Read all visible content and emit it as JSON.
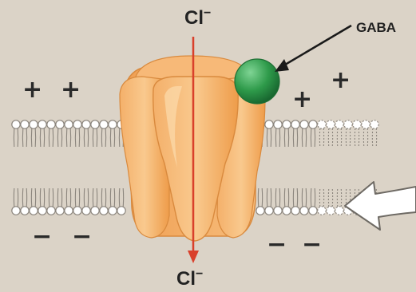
{
  "diagram": {
    "ion_top": "Cl",
    "ion_top_charge": "−",
    "ion_bottom": "Cl",
    "ion_bottom_charge": "−",
    "ligand_label": "GABA",
    "charges_top": [
      "+",
      "+",
      "+",
      "+"
    ],
    "charges_bottom": [
      "−",
      "−",
      "−",
      "−"
    ]
  },
  "colors": {
    "background": "#dbd3c7",
    "channel_fill": "#f2a95a",
    "channel_light": "#f9c98e",
    "gaba_fill": "#2e9a4a",
    "membrane_head": "#ffffff",
    "membrane_stroke": "#8b857d",
    "ion_arrow": "#d9402b",
    "pointer_arrow": "#1a1a1a"
  },
  "icons": {
    "ligand": "gaba-molecule-icon",
    "channel": "gaba-receptor-channel-icon",
    "callout": "white-callout-arrow-icon"
  }
}
